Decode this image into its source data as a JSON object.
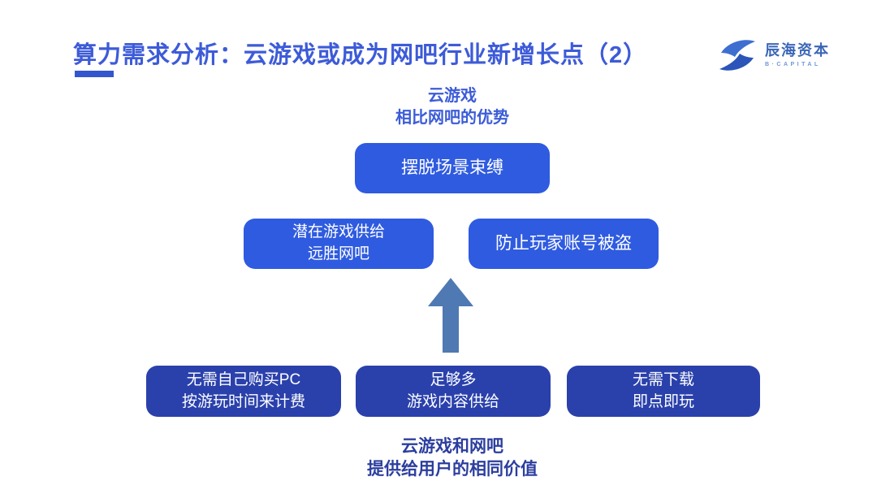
{
  "colors": {
    "title_blue": "#3d5bd8",
    "underline_blue": "#3356ce",
    "label_blue": "#3c5cd8",
    "label_navy": "#2c3e9e",
    "box_blue": "#2f5be0",
    "box_dark_blue": "#2a41ac",
    "arrow_blue": "#4e79b3",
    "logo_blue": "#3b66b8",
    "logo_light_blue": "#6f97d6",
    "logo_mark_light": "#3e6fd0",
    "logo_mark_dark": "#2b55b8"
  },
  "header": {
    "title": "算力需求分析：云游戏或成为网吧行业新增长点（2）",
    "logo": {
      "name": "辰海资本",
      "subtitle": "B·CAPITAL"
    }
  },
  "diagram": {
    "top_label": {
      "line1": "云游戏",
      "line2": "相比网吧的优势"
    },
    "advantages": [
      {
        "line1": "摆脱场景束缚",
        "line2": ""
      },
      {
        "line1": "潜在游戏供给",
        "line2": "远胜网吧"
      },
      {
        "line1": "防止玩家账号被盗",
        "line2": ""
      }
    ],
    "arrow_icon": "up-arrow",
    "shared_values": [
      {
        "line1": "无需自己购买PC",
        "line2": "按游玩时间来计费"
      },
      {
        "line1": "足够多",
        "line2": "游戏内容供给"
      },
      {
        "line1": "无需下载",
        "line2": "即点即玩"
      }
    ],
    "bottom_label": {
      "line1": "云游戏和网吧",
      "line2": "提供给用户的相同价值"
    }
  }
}
